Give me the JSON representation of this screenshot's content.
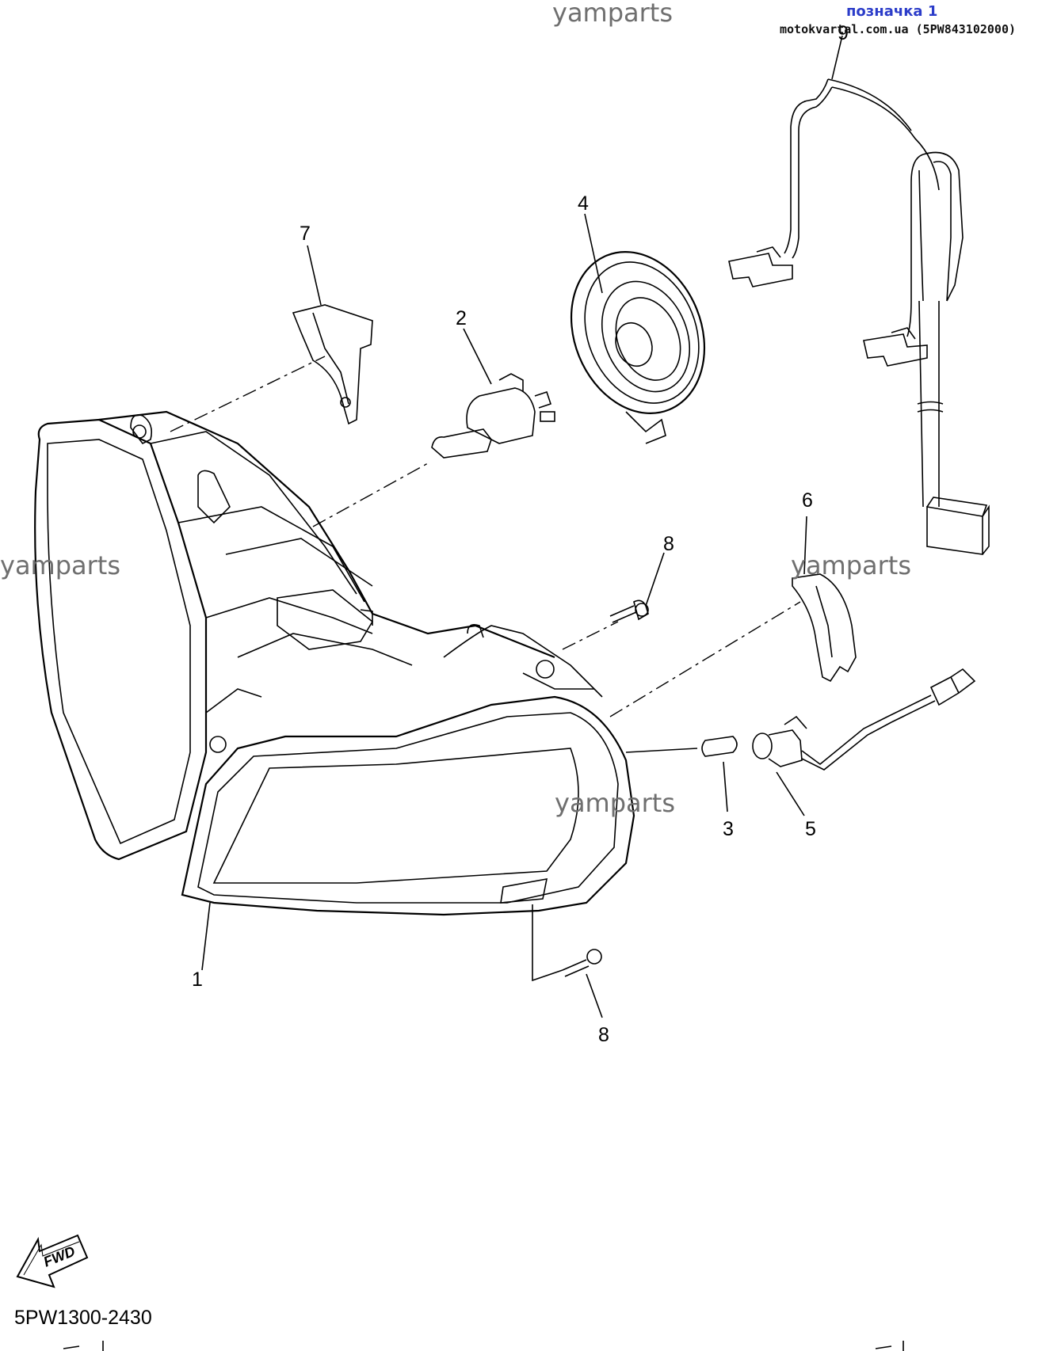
{
  "watermarks": {
    "top": "yamparts",
    "left": "yamparts",
    "right": "yamparts",
    "center": "yamparts"
  },
  "marker_label": "позначка 1",
  "source_caption": "motokvartal.com.ua (5PW843102000)",
  "diagram_code": "5PW1300-2430",
  "fwd_label": "FWD",
  "callouts": {
    "c1": "1",
    "c2": "2",
    "c3": "3",
    "c4": "4",
    "c5": "5",
    "c6": "6",
    "c7": "7",
    "c8a": "8",
    "c8b": "8",
    "c9": "9"
  }
}
